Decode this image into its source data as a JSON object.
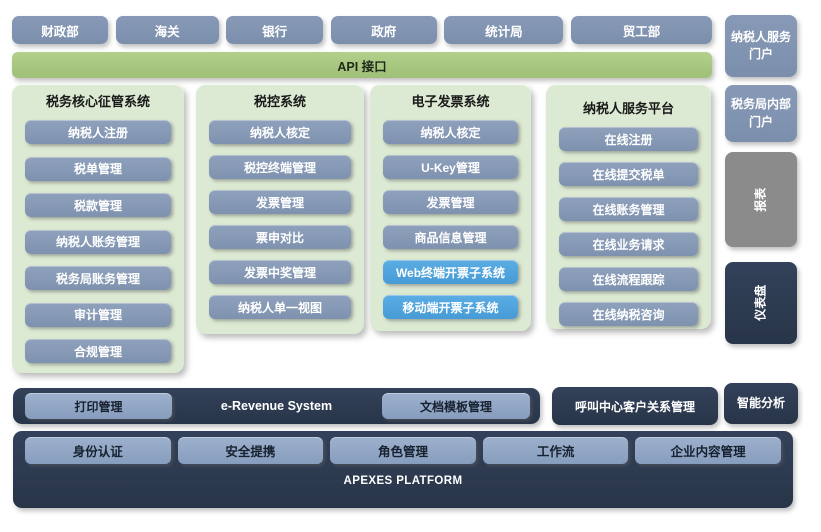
{
  "top_row": {
    "agencies": [
      {
        "label": "财政部"
      },
      {
        "label": "海关"
      },
      {
        "label": "银行"
      },
      {
        "label": "政府"
      },
      {
        "label": "统计局"
      },
      {
        "label": "贸工部"
      }
    ]
  },
  "api_bar": {
    "label": "API 接口"
  },
  "panels": [
    {
      "title": "税务核心征管系统",
      "items": [
        {
          "label": "纳税人注册"
        },
        {
          "label": "税单管理"
        },
        {
          "label": "税款管理"
        },
        {
          "label": "纳税人账务管理"
        },
        {
          "label": "税务局账务管理"
        },
        {
          "label": "审计管理"
        },
        {
          "label": "合规管理"
        }
      ]
    },
    {
      "title": "税控系统",
      "items": [
        {
          "label": "纳税人核定"
        },
        {
          "label": "税控终端管理"
        },
        {
          "label": "发票管理"
        },
        {
          "label": "票申对比"
        },
        {
          "label": "发票中奖管理"
        },
        {
          "label": "纳税人单一视图"
        }
      ]
    },
    {
      "title": "电子发票系统",
      "items": [
        {
          "label": "纳税人核定"
        },
        {
          "label": "U-Key管理"
        },
        {
          "label": "发票管理"
        },
        {
          "label": "商品信息管理"
        },
        {
          "label": "Web终端开票子系统",
          "variant": "blue"
        },
        {
          "label": "移动端开票子系统",
          "variant": "blue"
        }
      ]
    },
    {
      "title": "纳税人服务平台",
      "items": [
        {
          "label": "在线注册"
        },
        {
          "label": "在线提交税单"
        },
        {
          "label": "在线账务管理"
        },
        {
          "label": "在线业务请求"
        },
        {
          "label": "在线流程跟踪"
        },
        {
          "label": "在线纳税咨询"
        }
      ]
    }
  ],
  "right_rail": {
    "taxpayer_portal": "纳税人服务门户",
    "bureau_portal": "税务局内部门户",
    "reports": "报表",
    "dashboard": "仪表盘",
    "smart_analysis": "智能分析"
  },
  "erevenue": {
    "title": "e-Revenue System",
    "print_button": "打印管理",
    "doc_template_button": "文档模板管理"
  },
  "call_center": {
    "label": "呼叫中心客户关系管理"
  },
  "apexes": {
    "title": "APEXES PLATFORM",
    "items": [
      {
        "label": "身份认证"
      },
      {
        "label": "安全提携"
      },
      {
        "label": "角色管理"
      },
      {
        "label": "工作流"
      },
      {
        "label": "企业内容管理"
      }
    ]
  },
  "colors": {
    "slate_blue": "#8095B2",
    "light_slate": "#8FA5C4",
    "panel_green": "#DCEAD3",
    "api_green": "#A8C983",
    "accent_blue": "#4FA2DB",
    "navy": "#2C394E",
    "gray": "#8B8B8B"
  }
}
